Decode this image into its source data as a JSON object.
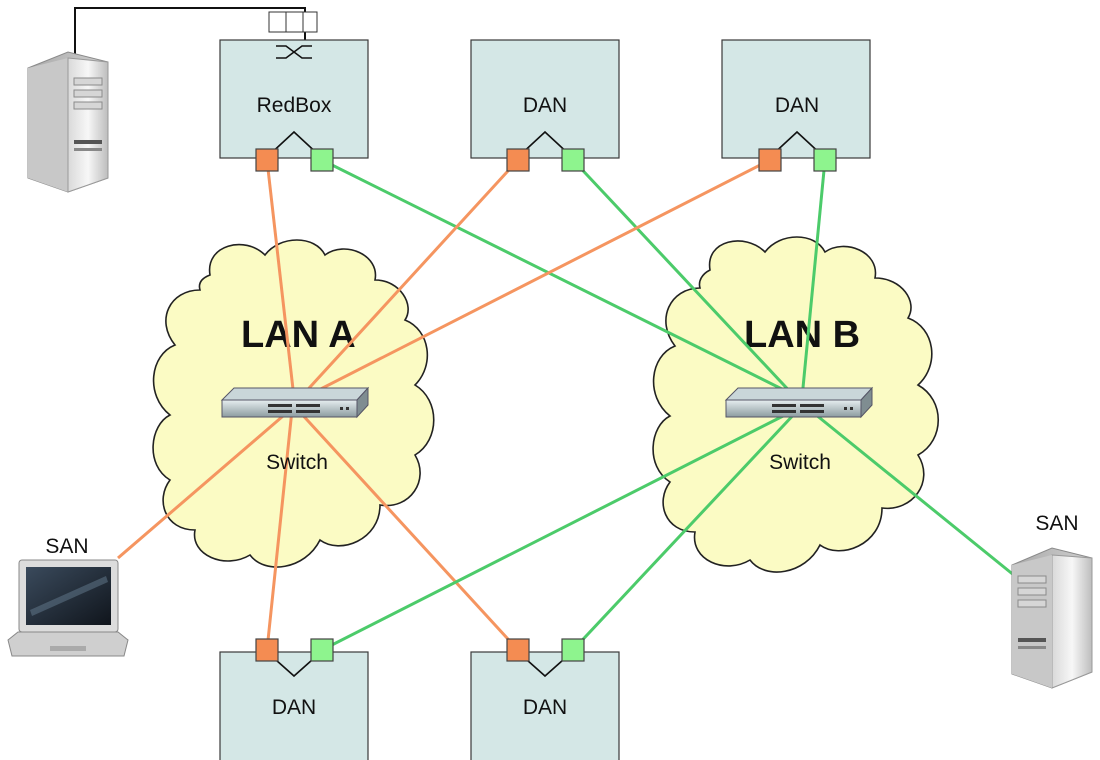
{
  "colors": {
    "lan_a_link": "#f59560",
    "lan_b_link": "#4ccb6a",
    "port_a_fill": "#f48c52",
    "port_b_fill": "#8ef48e",
    "node_fill": "#d4e7e6",
    "cloud_fill": "#fbfbc4"
  },
  "lans": {
    "a": {
      "title": "LAN A",
      "switch_label": "Switch"
    },
    "b": {
      "title": "LAN B",
      "switch_label": "Switch"
    }
  },
  "nodes": {
    "redbox": {
      "label": "RedBox"
    },
    "dan_top_1": {
      "label": "DAN"
    },
    "dan_top_2": {
      "label": "DAN"
    },
    "dan_bottom_1": {
      "label": "DAN"
    },
    "dan_bottom_2": {
      "label": "DAN"
    }
  },
  "sans": {
    "laptop": {
      "label": "SAN",
      "icon": "laptop-icon"
    },
    "server": {
      "label": "SAN",
      "icon": "server-tower-icon"
    }
  },
  "icons": {
    "server_behind_redbox": "server-tower-icon",
    "redbox_interlink": "redbox-interlink-icon",
    "switch": "network-switch-icon"
  }
}
